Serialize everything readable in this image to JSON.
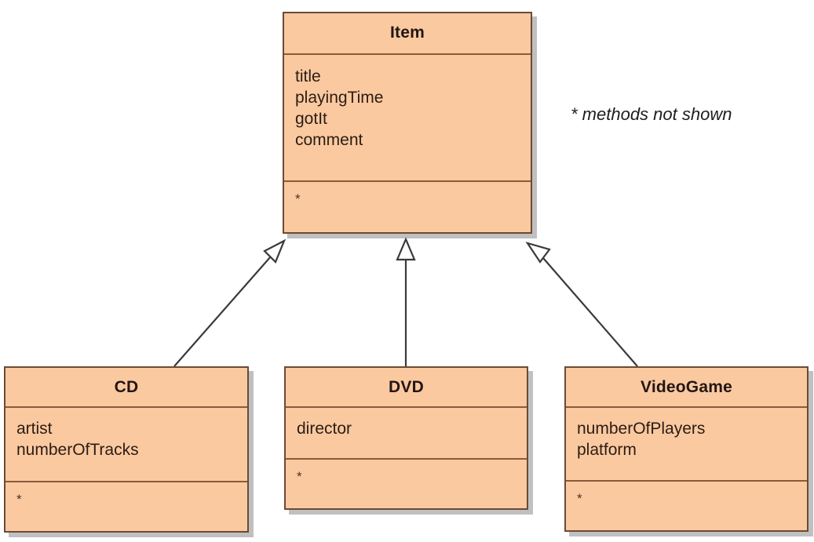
{
  "diagram": {
    "type": "uml-class-diagram",
    "note": "* methods not shown",
    "colors": {
      "class_fill": "#fbc9a0",
      "class_border": "#6b4a35",
      "compartment_divider": "#8a5a3b",
      "text": "#221612",
      "connector": "#3a3a3a",
      "shadow": "#8c8c8c",
      "background": "#ffffff"
    },
    "classes": [
      {
        "id": "item",
        "name": "Item",
        "attributes": [
          "title",
          "playingTime",
          "gotIt",
          "comment"
        ],
        "operations": [
          "*"
        ]
      },
      {
        "id": "cd",
        "name": "CD",
        "attributes": [
          "artist",
          "numberOfTracks"
        ],
        "operations": [
          "*"
        ]
      },
      {
        "id": "dvd",
        "name": "DVD",
        "attributes": [
          "director"
        ],
        "operations": [
          "*"
        ]
      },
      {
        "id": "videogame",
        "name": "VideoGame",
        "attributes": [
          "numberOfPlayers",
          "platform"
        ],
        "operations": [
          "*"
        ]
      }
    ],
    "relationships": [
      {
        "type": "generalization",
        "from": "cd",
        "to": "item",
        "arrowhead": "hollow-triangle"
      },
      {
        "type": "generalization",
        "from": "dvd",
        "to": "item",
        "arrowhead": "hollow-triangle"
      },
      {
        "type": "generalization",
        "from": "videogame",
        "to": "item",
        "arrowhead": "hollow-triangle"
      }
    ]
  }
}
